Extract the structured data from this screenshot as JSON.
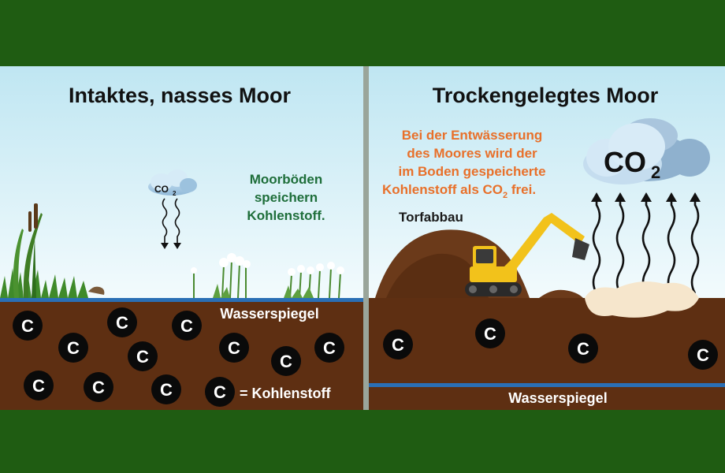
{
  "left_panel": {
    "title": "Intaktes, nasses Moor",
    "caption_lines": [
      "Moorböden",
      "speichern",
      "Kohlenstoff."
    ],
    "cloud_label": "CO",
    "cloud_sub": "2",
    "water_label": "Wasserspiegel",
    "legend_symbol": "C",
    "legend_label": "= Kohlenstoff"
  },
  "right_panel": {
    "title": "Trockengelegtes Moor",
    "caption_lines": [
      "Bei der Entwässerung",
      "des Moores wird der",
      "im Boden gespeicherte",
      "Kohlenstoff als CO",
      "2",
      " frei."
    ],
    "torf_label": "Torfabbau",
    "cloud_label": "CO",
    "cloud_sub": "2",
    "water_label": "Wasserspiegel"
  },
  "carbon_symbol": "C",
  "colors": {
    "frame_green": "#1f5c12",
    "sky_top": "#bfe6f2",
    "sky_bottom": "#f4fbfd",
    "soil": "#5e2f12",
    "water_line": "#2a6fb5",
    "left_caption": "#1e6e3a",
    "right_caption": "#e8702a"
  }
}
